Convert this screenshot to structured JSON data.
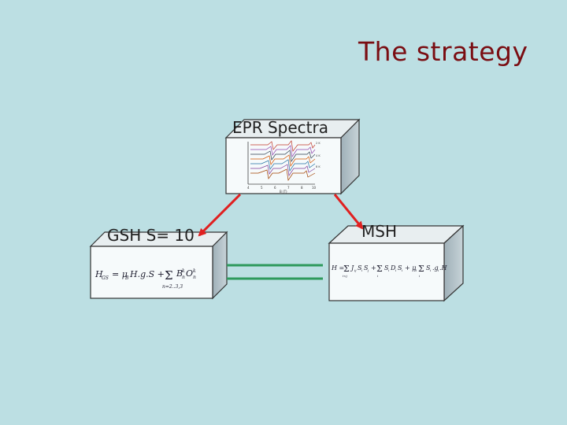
{
  "title": "The strategy",
  "boxes": {
    "epr": {
      "label": "EPR Spectra"
    },
    "gsh": {
      "label": "GSH S= 10"
    },
    "msh": {
      "label": "MSH"
    }
  },
  "colors": {
    "background": "#bcdfe3",
    "title": "#7a0d12",
    "red_arrow": "#e02020",
    "green_line": "#2e9a5c"
  }
}
